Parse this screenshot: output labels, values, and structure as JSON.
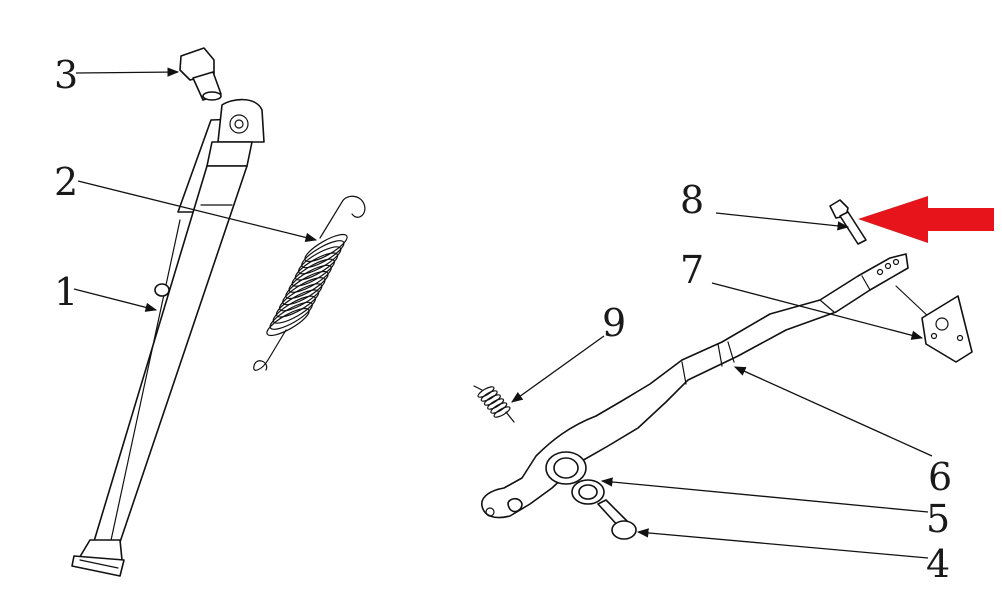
{
  "callouts": [
    {
      "id": "3",
      "label": "3"
    },
    {
      "id": "2",
      "label": "2"
    },
    {
      "id": "1",
      "label": "1"
    },
    {
      "id": "8",
      "label": "8"
    },
    {
      "id": "7",
      "label": "7"
    },
    {
      "id": "9",
      "label": "9"
    },
    {
      "id": "6",
      "label": "6"
    },
    {
      "id": "5",
      "label": "5"
    },
    {
      "id": "4",
      "label": "4"
    }
  ],
  "highlight": {
    "color": "#e8141b",
    "icon": "red-arrow-icon",
    "points_to": "8"
  }
}
